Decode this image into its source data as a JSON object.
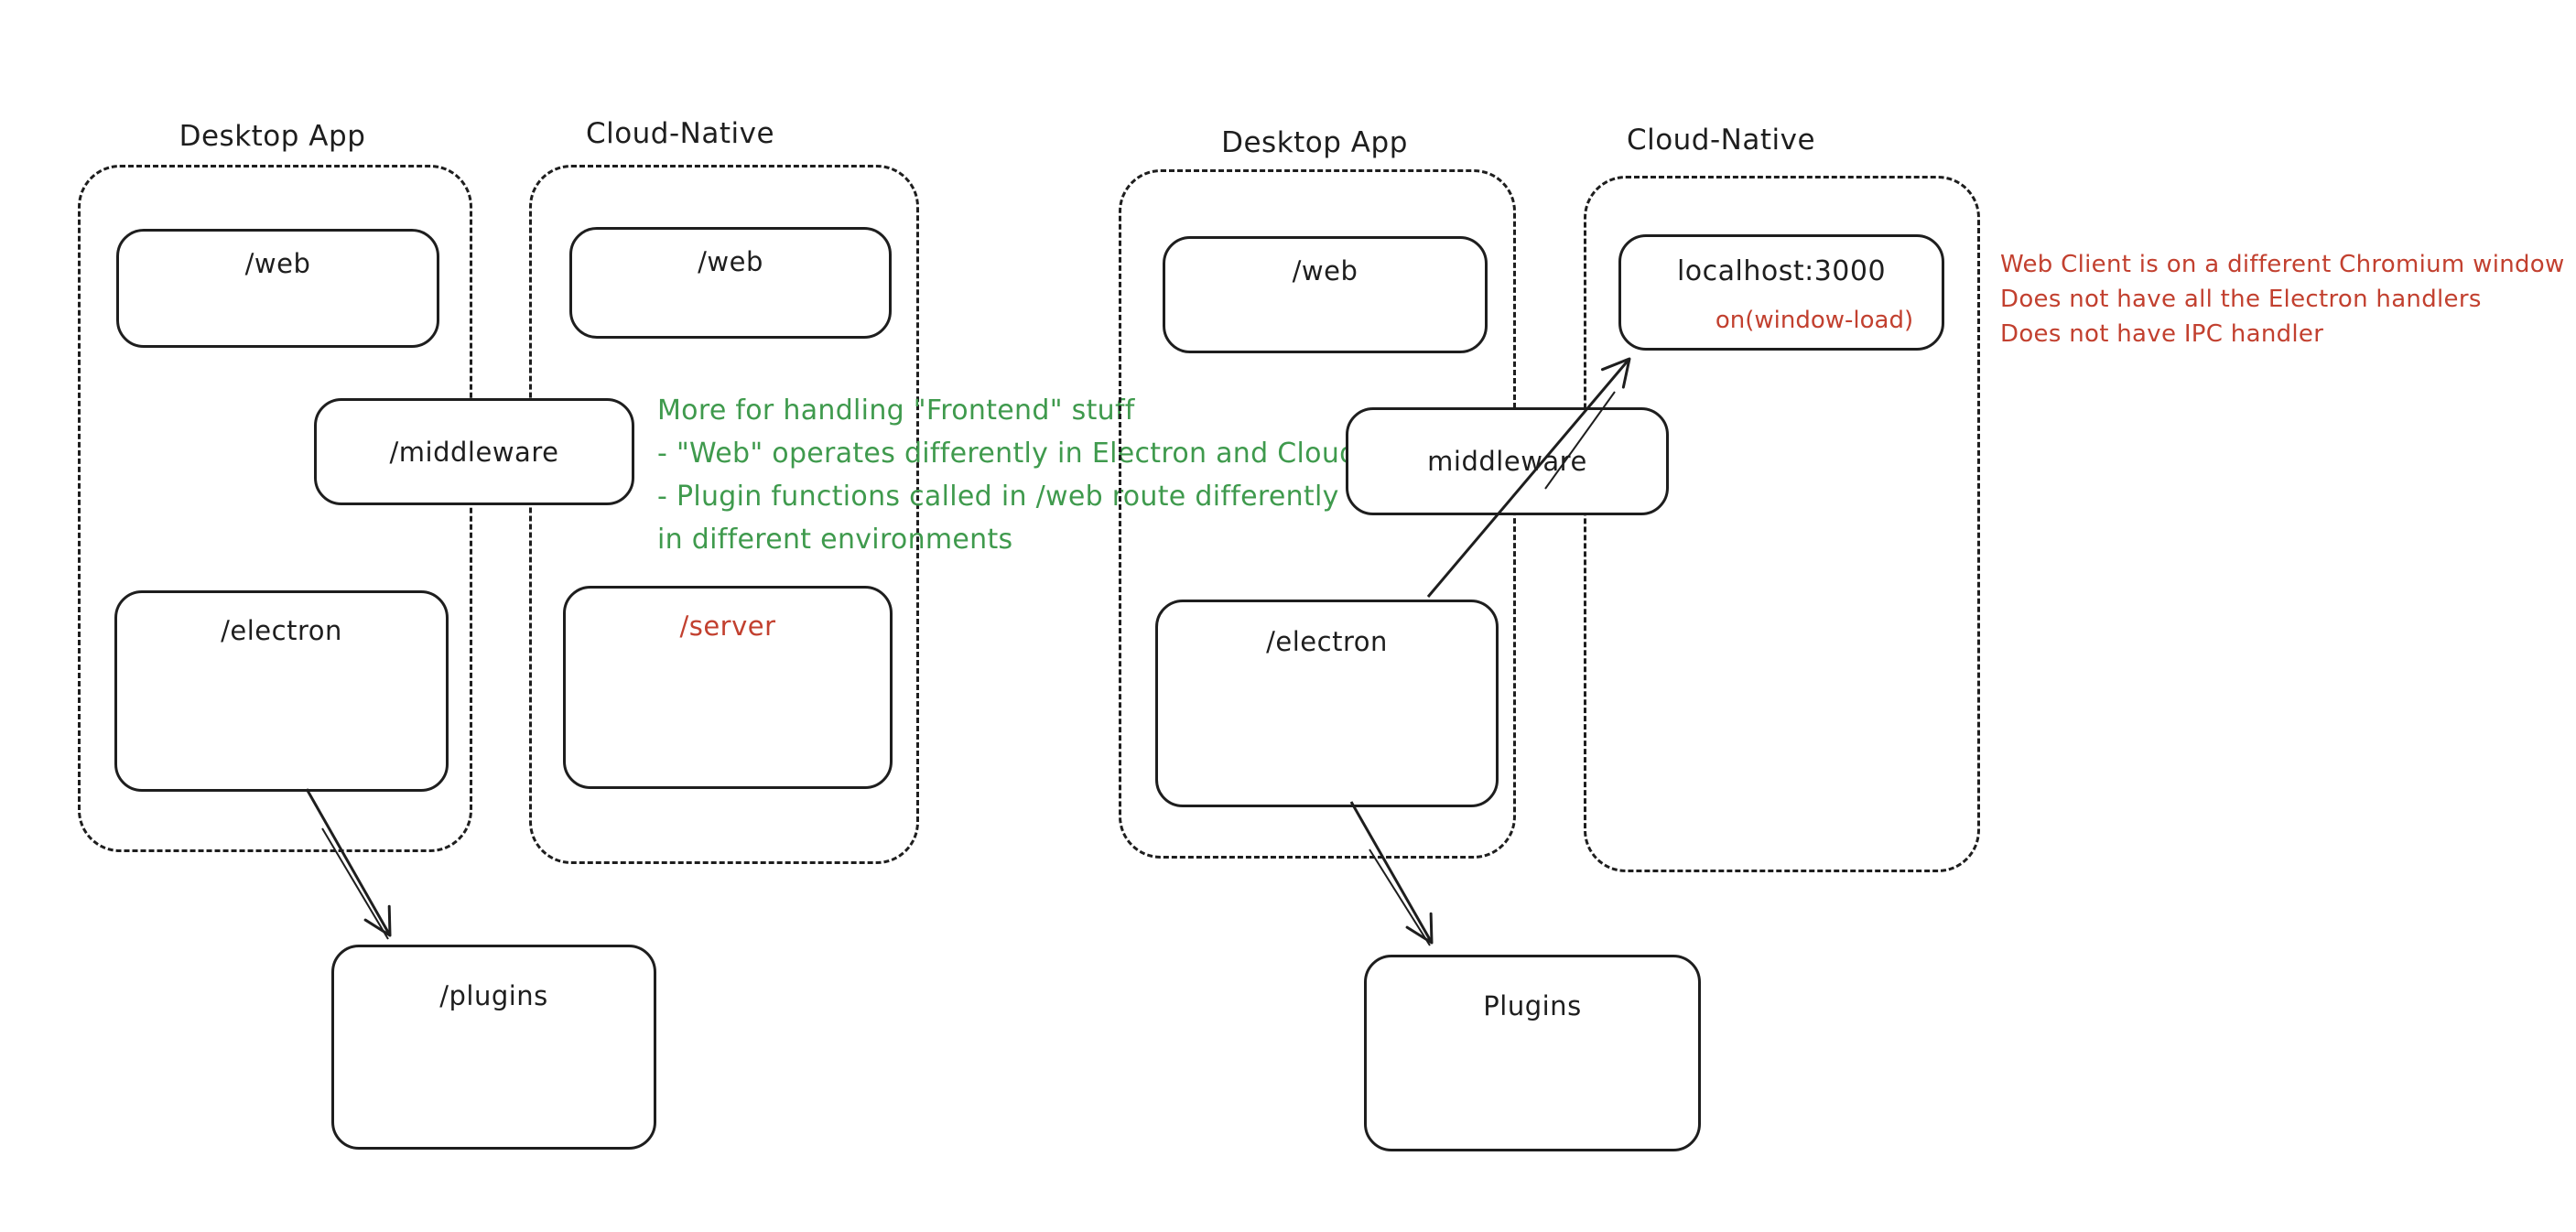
{
  "colors": {
    "ink": "#1e1e1e",
    "red": "#c2402f",
    "green": "#3f9a4d"
  },
  "left_diagram": {
    "desktop_title": "Desktop App",
    "cloud_title": "Cloud-Native",
    "web_desktop": "/web",
    "web_cloud": "/web",
    "middleware": "/middleware",
    "electron": "/electron",
    "server": "/server",
    "plugins": "/plugins",
    "note": {
      "lines": [
        "More for handling \"Frontend\" stuff",
        "- \"Web\" operates differently in Electron and Cloud-Native",
        "- Plugin functions called in /web route differently",
        "in different environments"
      ]
    }
  },
  "right_diagram": {
    "desktop_title": "Desktop App",
    "cloud_title": "Cloud-Native",
    "web": "/web",
    "localhost": "localhost:3000",
    "localhost_event": "on(window-load)",
    "middleware": "middleware",
    "electron": "/electron",
    "plugins": "Plugins",
    "note": {
      "lines": [
        "Web Client is on a different Chromium window",
        "Does not have all the Electron handlers",
        "Does not have IPC handler"
      ]
    }
  }
}
